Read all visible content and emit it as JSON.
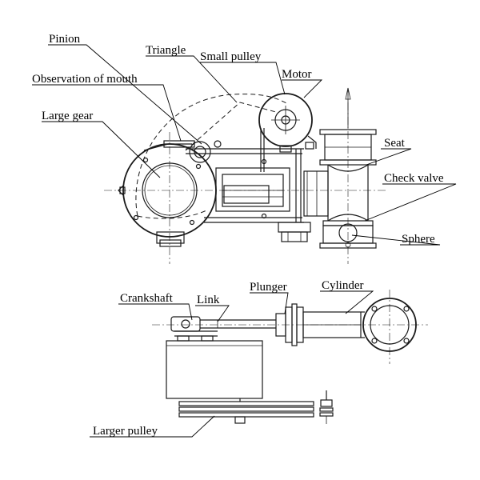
{
  "labels": {
    "pinion": "Pinion",
    "triangle": "Triangle",
    "small_pulley": "Small pulley",
    "observation_mouth": "Observation of mouth",
    "motor": "Motor",
    "large_gear": "Large gear",
    "seat": "Seat",
    "check_valve": "Check valve",
    "sphere": "Sphere",
    "crankshaft": "Crankshaft",
    "link": "Link",
    "plunger": "Plunger",
    "cylinder": "Cylinder",
    "larger_pulley": "Larger pulley"
  }
}
